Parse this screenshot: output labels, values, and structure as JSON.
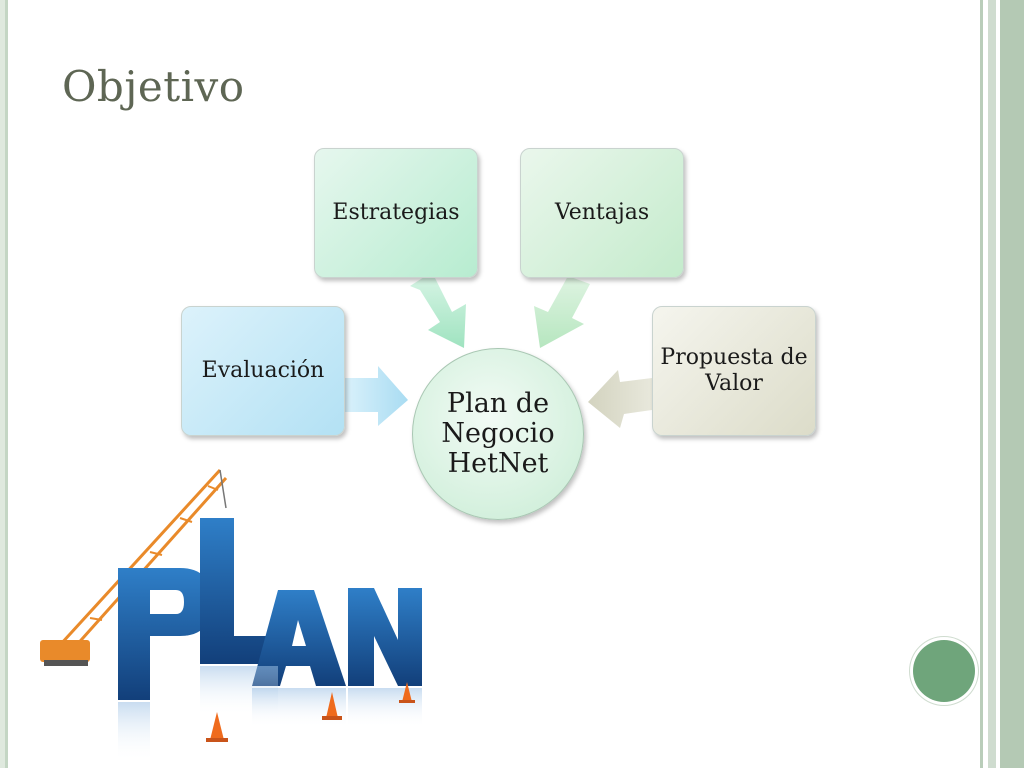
{
  "slide": {
    "title": "Objetivo"
  },
  "diagram": {
    "center": "Plan de Negocio HetNet",
    "nodes": [
      {
        "label": "Evaluación",
        "color": "#b3e1f4"
      },
      {
        "label": "Estrategias",
        "color": "#b7ecd0"
      },
      {
        "label": "Ventajas",
        "color": "#c4ebcc"
      },
      {
        "label": "Propuesta de Valor",
        "color": "#dcdcc9"
      }
    ]
  },
  "illustration": {
    "word": "PLAN",
    "icon": "crane-building-plan-icon"
  },
  "theme": {
    "accent": "#6fa57b",
    "frame": "#b4c9b4",
    "title_color": "#5e6654"
  }
}
